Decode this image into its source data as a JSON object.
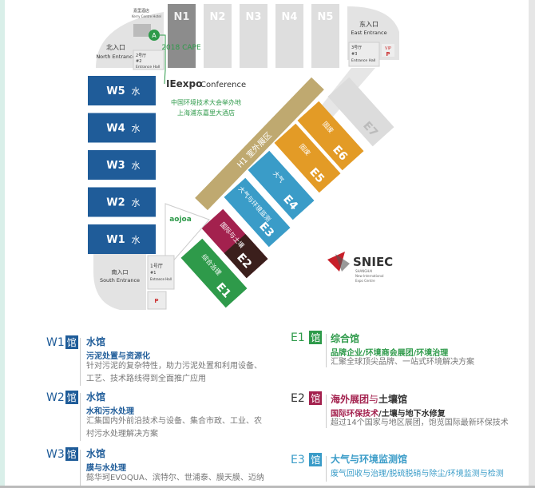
{
  "map": {
    "north_halls": [
      "N1",
      "N2",
      "N3",
      "N4",
      "N5"
    ],
    "west_halls": [
      {
        "id": "W5",
        "label": "水"
      },
      {
        "id": "W4",
        "label": "水"
      },
      {
        "id": "W3",
        "label": "水"
      },
      {
        "id": "W2",
        "label": "水"
      },
      {
        "id": "W1",
        "label": "水"
      }
    ],
    "east_halls": [
      {
        "id": "E1",
        "label": "综合治理",
        "color": "#2e9a4a"
      },
      {
        "id": "E2",
        "label": "国际与土壤",
        "color": "#a3214e"
      },
      {
        "id": "E3",
        "label": "大气与环境监测",
        "color": "#3a9cc8"
      },
      {
        "id": "E4",
        "label": "大气",
        "color": "#3a9cc8"
      },
      {
        "id": "E5",
        "label": "固废",
        "color": "#e39b26"
      },
      {
        "id": "E6",
        "label": "固废",
        "color": "#e39b26"
      },
      {
        "id": "E7",
        "label": "",
        "color": "#dcdcdc"
      }
    ],
    "h1": "H1 室外展区",
    "north_entrance": {
      "cn": "北入口",
      "en": "North Entrance"
    },
    "east_entrance": {
      "cn": "东入口",
      "en": "East Entrance"
    },
    "south_entrance": {
      "cn": "南入口",
      "en": "South Entrance"
    },
    "hall2": {
      "cn": "2号厅",
      "num": "#2",
      "en": "Entrance Hall"
    },
    "hall3": {
      "cn": "3号厅",
      "num": "#3",
      "en": "Entrance Hall"
    },
    "hall1": {
      "cn": "1号厅",
      "num": "#1",
      "en": "Entrance Hall"
    },
    "hotel": {
      "cn": "嘉里酒店",
      "en": "Kerry Centre Hotel"
    },
    "cape": "2018 CAPE",
    "vip": "VIP",
    "parking": "P",
    "ieexpo": "IEexpo",
    "conference": "Conference",
    "venue_line1": "中国环境技术大会举办地",
    "venue_line2": "上海浦东嘉里大酒店",
    "aojoa": "aojoa",
    "sniec": "SNIEC",
    "sniec_sub": [
      "SHANGHAI",
      "New International",
      "Expo Centre"
    ],
    "colors": {
      "west": "#1f5c99",
      "n1": "#8c8c8c",
      "n_other": "#dedede",
      "h1": "#bfa970",
      "green": "#2e9a4a"
    }
  },
  "legend": {
    "hall_suffix": "馆",
    "left": [
      {
        "id": "W1",
        "title": "水馆",
        "subtitle": "污泥处置与资源化",
        "desc": [
          "针对污泥的复杂特性，助力污泥处置和利用设备、",
          "工艺、技术路线得到全面推广应用"
        ]
      },
      {
        "id": "W2",
        "title": "水馆",
        "subtitle": "水和污水处理",
        "desc": [
          "汇集国内外前沿技术与设备、集合市政、工业、农",
          "村污水处理解决方案"
        ]
      },
      {
        "id": "W3",
        "title": "水馆",
        "subtitle": "膜与水处理",
        "desc": [
          "懿华珂EVOQUA、滨特尔、世浦泰、膜天膜、迈纳"
        ]
      }
    ],
    "right": [
      {
        "id": "E1",
        "title": "综合馆",
        "subtitle": "品牌企业/环境商会展团/环境治理",
        "desc": [
          "汇聚全球顶尖品牌、一站式环境解决方案"
        ],
        "color": "#2e9a4a"
      },
      {
        "id": "E2",
        "title_a": "海外展团",
        "title_b": "与",
        "title_c": "土壤馆",
        "subtitle_a": "国际环保技术",
        "subtitle_b": "/土壤与地下水修复",
        "desc": [
          "超过14个国家与地区展团，饱览国际最新环保技术"
        ],
        "color": "#a3214e"
      },
      {
        "id": "E3",
        "title": "大气与环境监测馆",
        "subtitle": "废气回收与治理/脱硫脱硝与除尘/环境监测与检测",
        "desc": [],
        "color": "#3a9cc8"
      }
    ]
  }
}
